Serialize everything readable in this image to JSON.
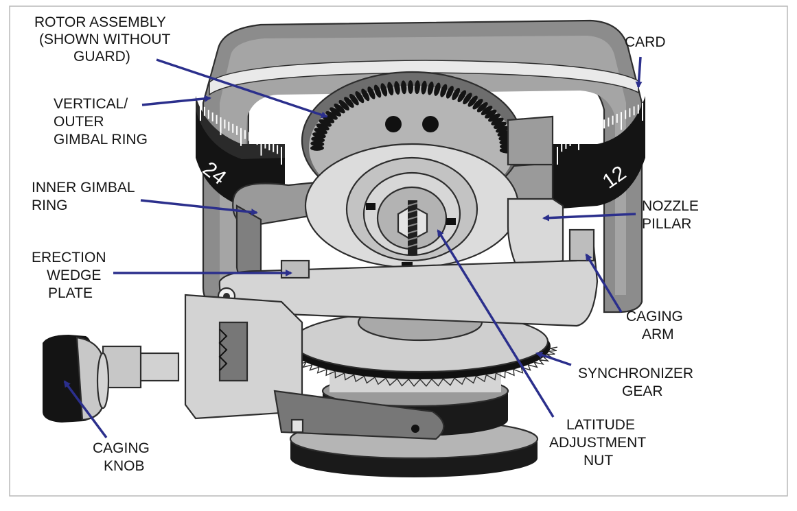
{
  "colors": {
    "arrow": "#2b2f8c",
    "frame": "#8c8c8c",
    "frame_light": "#b5b5b5",
    "body_light": "#cfcfcf",
    "dark": "#141414",
    "border": "#b9b9b9"
  },
  "labels": {
    "rotor_assembly": [
      "ROTOR ASSEMBLY",
      "(SHOWN WITHOUT",
      "GUARD)"
    ],
    "card": [
      "CARD"
    ],
    "vertical_outer_gimbal_ring": [
      "VERTICAL/",
      "OUTER",
      "GIMBAL RING"
    ],
    "inner_gimbal_ring": [
      "INNER GIMBAL",
      "RING"
    ],
    "nozzle_pillar": [
      "NOZZLE",
      "PILLAR"
    ],
    "erection_wedge_plate": [
      "ERECTION",
      "WEDGE",
      "PLATE"
    ],
    "caging_arm": [
      "CAGING",
      "ARM"
    ],
    "synchronizer_gear": [
      "SYNCHRONIZER",
      "GEAR"
    ],
    "caging_knob": [
      "CAGING",
      "KNOB"
    ],
    "latitude_adjustment_nut": [
      "LATITUDE",
      "ADJUSTMENT",
      "NUT"
    ]
  },
  "card_scale": {
    "left_number": "24",
    "right_number": "12"
  }
}
